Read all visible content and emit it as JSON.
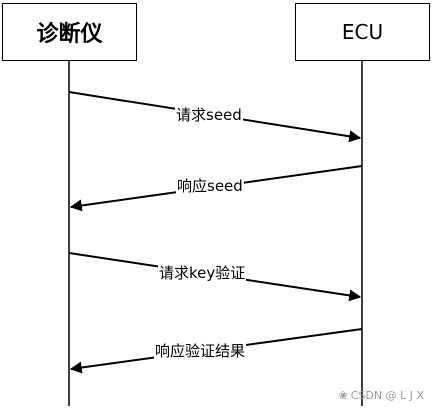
{
  "participants": {
    "left": "诊断仪",
    "right": "ECU"
  },
  "messages": [
    {
      "label": "请求seed",
      "from": "left",
      "to": "right"
    },
    {
      "label": "响应seed",
      "from": "right",
      "to": "left"
    },
    {
      "label": "请求key验证",
      "from": "left",
      "to": "right"
    },
    {
      "label": "响应验证结果",
      "from": "right",
      "to": "left"
    }
  ],
  "watermark": "CSDN @ L J X",
  "colors": {
    "line": "#000000",
    "watermark": "#9a9a9a"
  }
}
